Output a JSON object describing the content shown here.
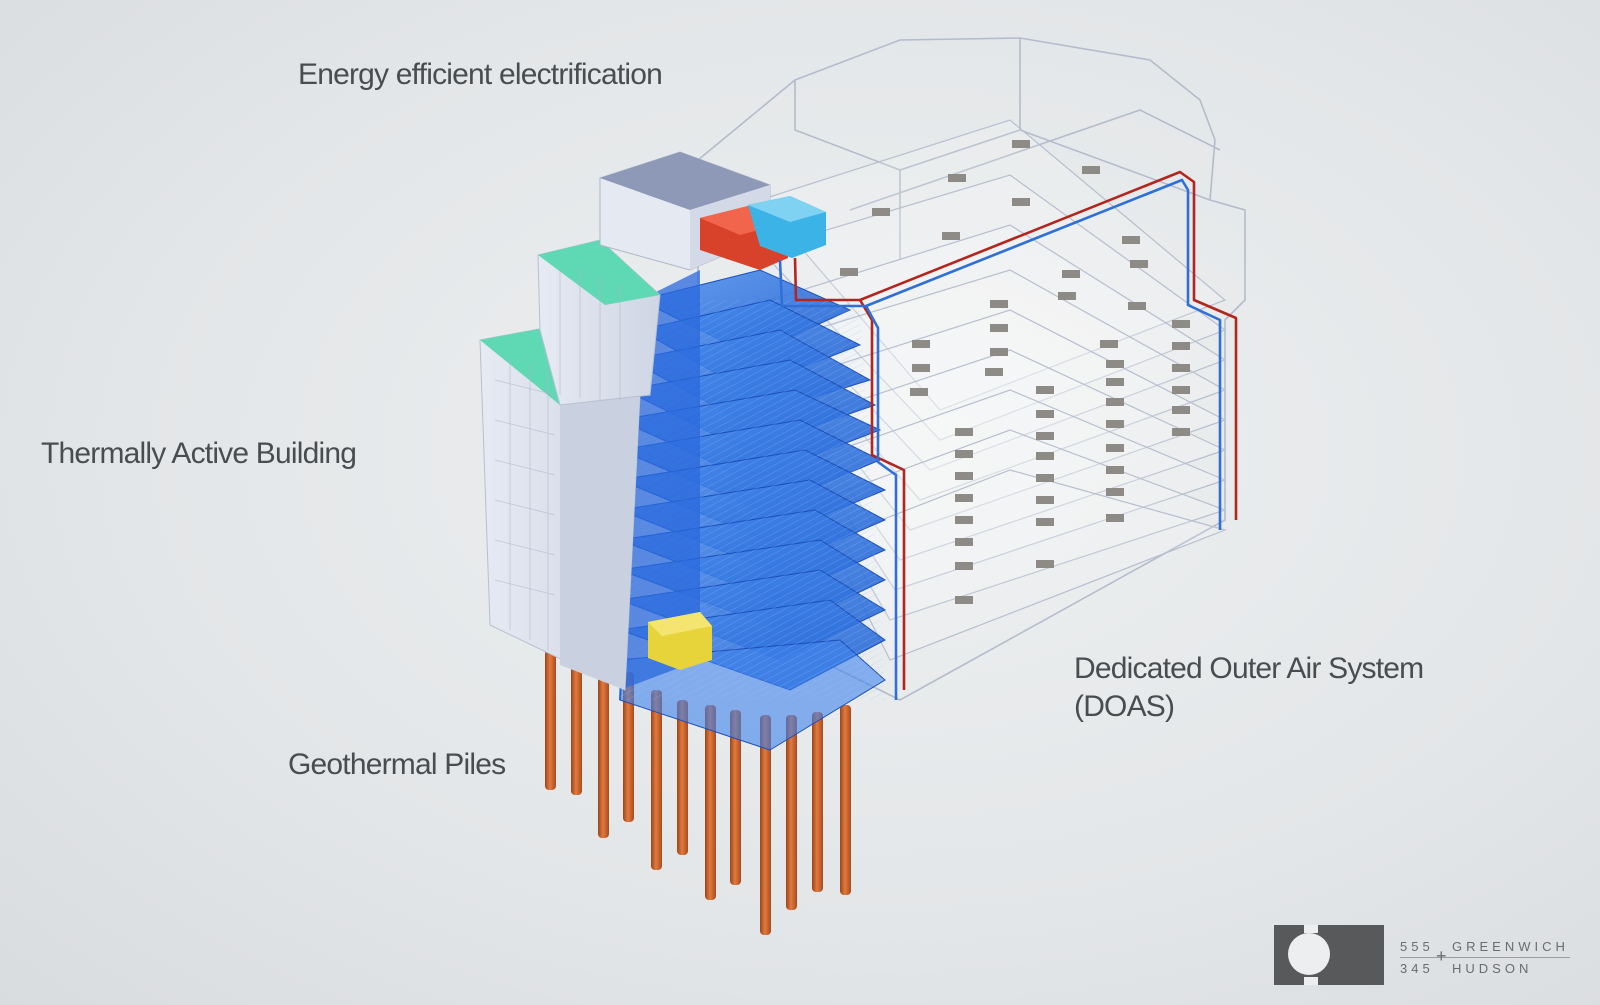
{
  "labels": {
    "energy": "Energy efficient electrification",
    "thermal": "Thermally Active Building",
    "geothermal": "Geothermal Piles",
    "doas_line1": "Dedicated Outer Air System",
    "doas_line2": "(DOAS)"
  },
  "logo": {
    "num_top": "555",
    "num_bottom": "345",
    "plus": "+",
    "word_top": "GREENWICH",
    "word_bottom": "HUDSON"
  },
  "colors": {
    "background": "#e3e6e8",
    "facade": "#dfe4ee",
    "roof_green": "#5fd8b4",
    "radiant_blue": "#2f78e4",
    "pipe_red": "#b3261e",
    "pipe_blue": "#2f6fd6",
    "pile_copper": "#c8642e",
    "equipment_red": "#d8412a",
    "equipment_cyan": "#3bb3e6",
    "equipment_yellow": "#e6d43a",
    "logo_gray": "#58595b"
  }
}
